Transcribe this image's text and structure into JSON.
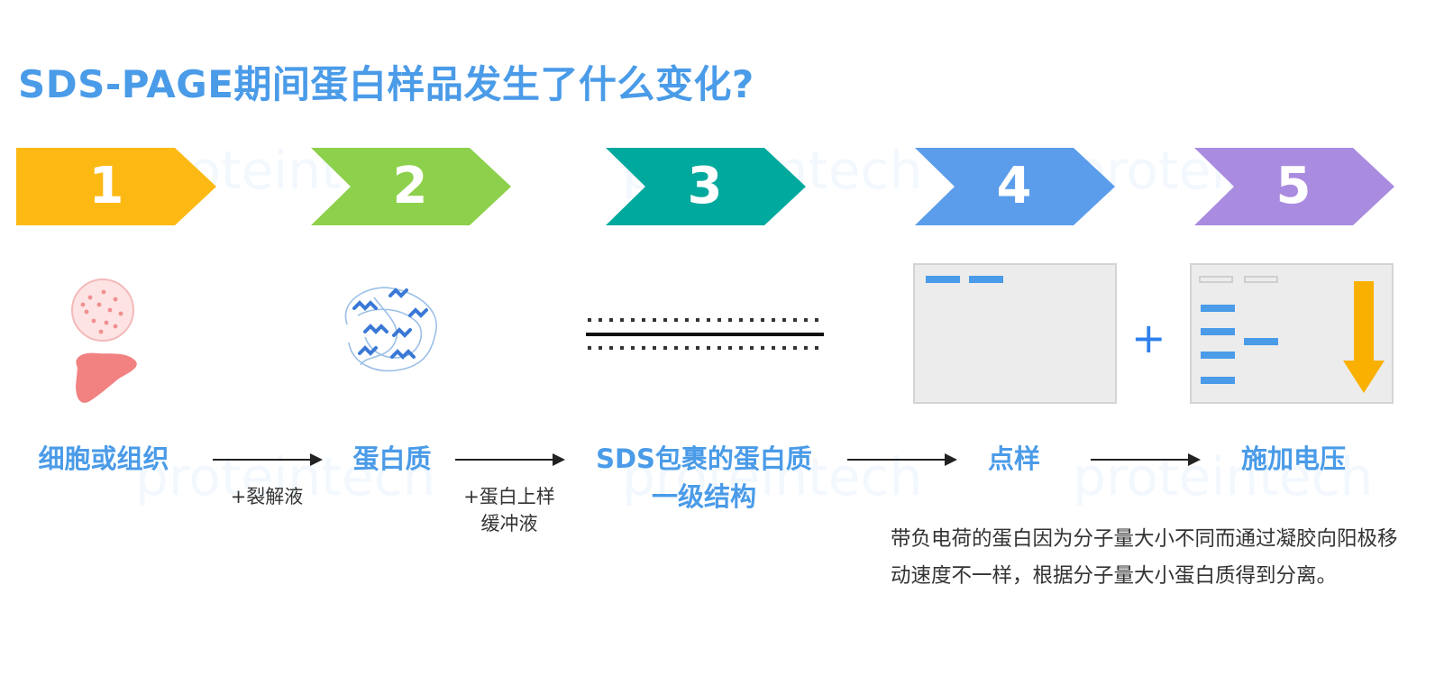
{
  "title": "SDS-PAGE期间蛋白样品发生了什么变化?",
  "watermark": "proteintech",
  "colors": {
    "title": "#4A9BE8",
    "step1": "#FDB913",
    "step2": "#8DD04B",
    "step3": "#00A99D",
    "step4": "#5B9DEB",
    "step5": "#A98BE0",
    "band": "#4A9BE8",
    "load_arrow": "#F9B000"
  },
  "steps": [
    {
      "number": "1",
      "label": "细胞或组织",
      "icon": "cell-and-liver-icon"
    },
    {
      "number": "2",
      "label": "蛋白质",
      "icon": "folded-protein-icon"
    },
    {
      "number": "3",
      "label": "SDS包裹的蛋白质\n一级结构",
      "icon": "linear-polypeptide-icon"
    },
    {
      "number": "4",
      "label": "点样",
      "icon": "gel-loading-icon"
    },
    {
      "number": "5",
      "label": "施加电压",
      "icon": "gel-electrophoresis-icon"
    }
  ],
  "transitions": [
    {
      "label": "+裂解液"
    },
    {
      "label": "+蛋白上样\n缓冲液"
    },
    {
      "label": ""
    },
    {
      "label": ""
    }
  ],
  "plus_sign": "+",
  "description": "带负电荷的蛋白因为分子量大小不同而通过凝胶向阳极移动速度不一样，根据分子量大小蛋白质得到分离。"
}
